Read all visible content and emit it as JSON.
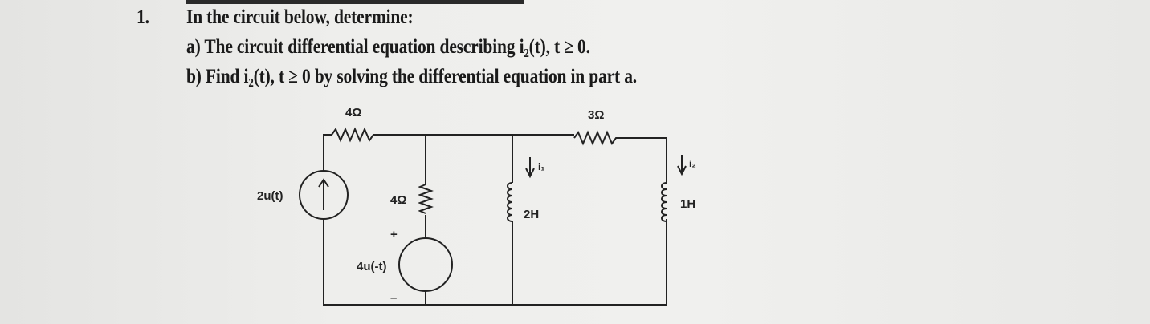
{
  "problem": {
    "number": "1.",
    "intro": "In the circuit below, determine:",
    "part_a": "a)  The circuit differential equation describing i₂(t), t ≥ 0.",
    "part_b": "b)  Find i₂(t), t ≥ 0 by solving the differential equation in part a."
  },
  "circuit": {
    "current_source": "2u(t)",
    "series_resistor": "4Ω",
    "shunt_resistor": "4Ω",
    "voltage_source": "4u(-t)",
    "voltage_plus": "+",
    "voltage_minus": "–",
    "inductor_1": "2H",
    "current_1": "i₁",
    "resistor_right": "3Ω",
    "inductor_2": "1H",
    "current_2": "i₂"
  }
}
